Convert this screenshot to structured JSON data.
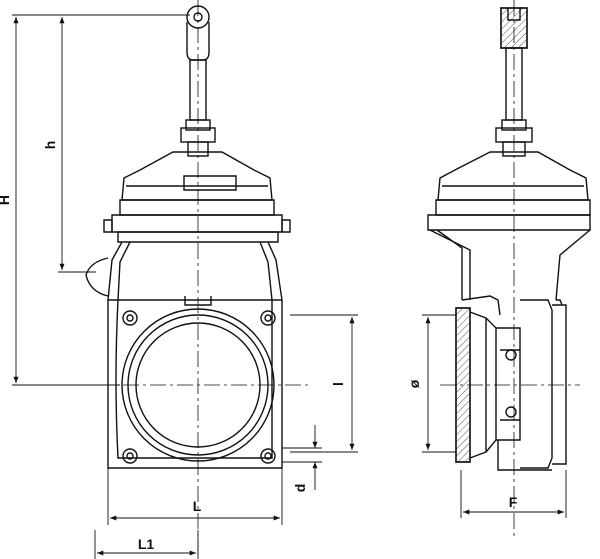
{
  "labels": {
    "H": "H",
    "h": "h",
    "L": "L",
    "L1": "L1",
    "l": "l",
    "d": "d",
    "diameter": "ø",
    "F": "F"
  },
  "colors": {
    "line": "#111111",
    "hatch": "#444444"
  }
}
